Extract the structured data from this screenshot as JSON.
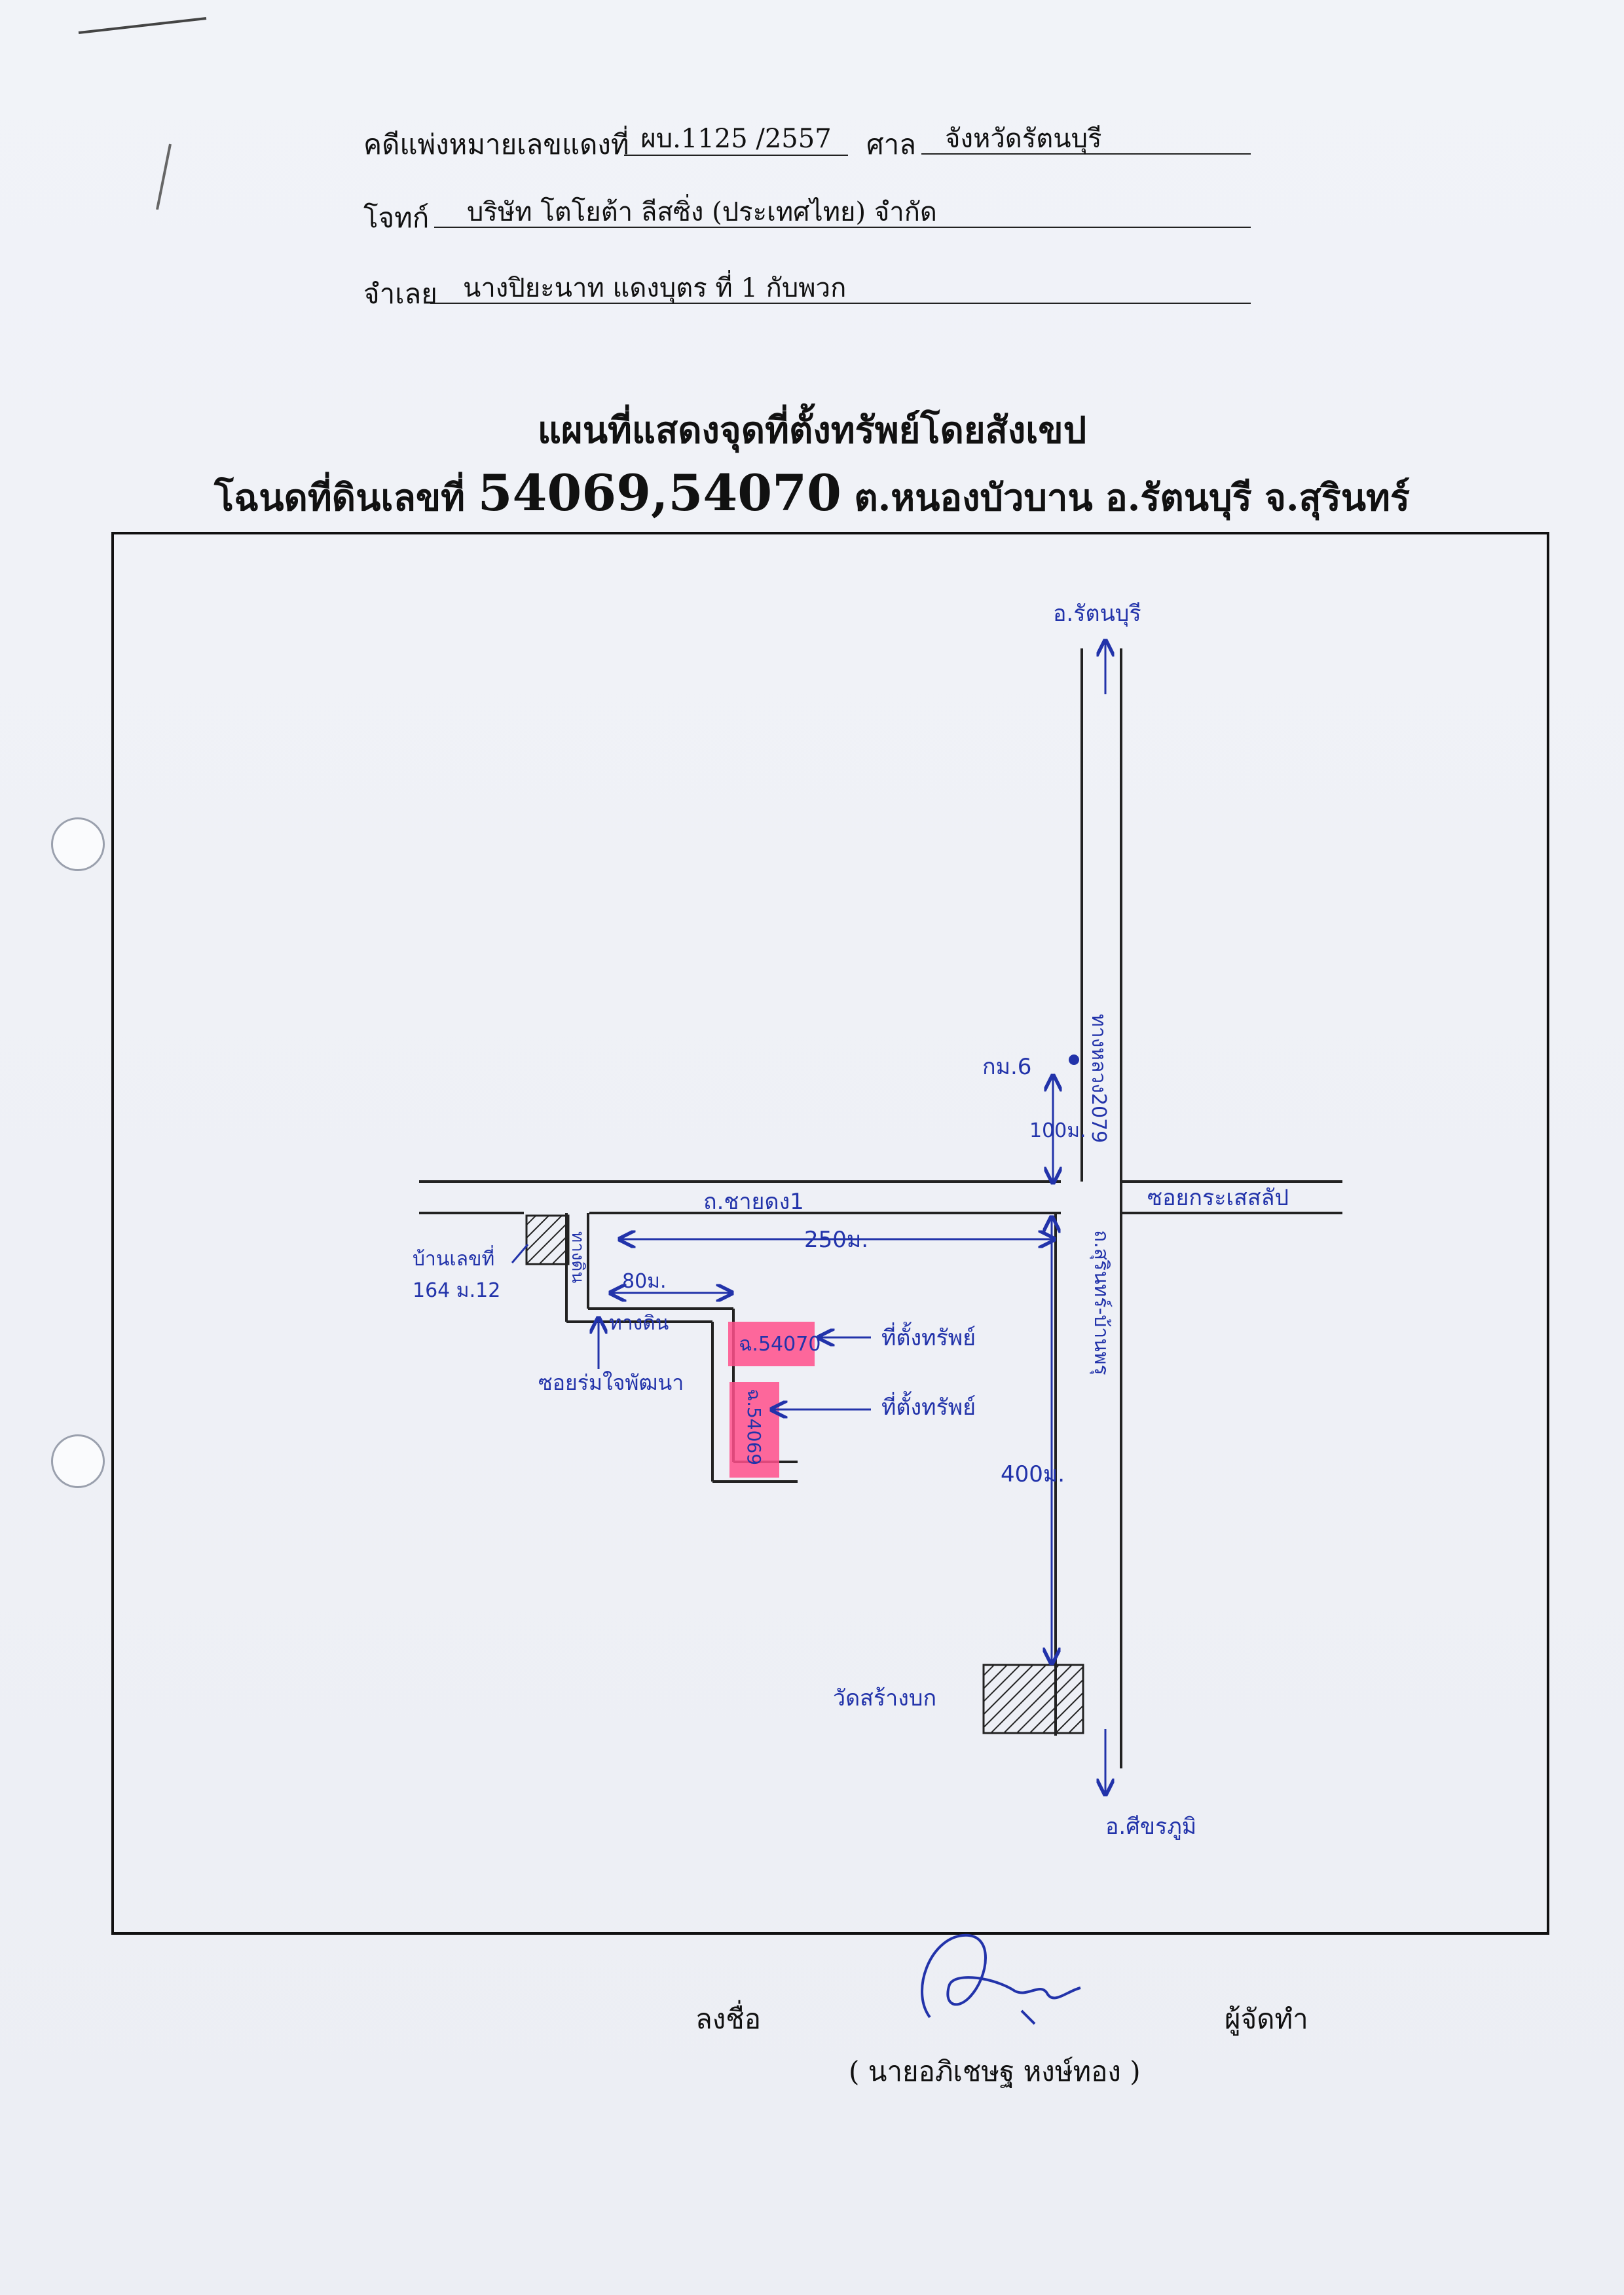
{
  "case": {
    "black_no_label": "คดีแพ่งหมายเลขแดงที่",
    "black_no_value": "ผบ.1125 /2557",
    "court_label": "ศาล",
    "court_value": "จังหวัดรัตนบุรี",
    "plaintiff_label": "โจทก์",
    "plaintiff_value": "บริษัท โตโยต้า ลีสซิ่ง (ประเทศไทย) จำกัด",
    "defendant_label": "จำเลย",
    "defendant_value": "นางปิยะนาท แดงบุตร ที่ 1 กับพวก"
  },
  "title": {
    "line1": "แผนที่แสดงจุดที่ตั้งทรัพย์โดยสังเขป",
    "line2_prefix": "โฉนดที่ดินเลขที่",
    "line2_numbers": "54069,54070",
    "line2_suffix": "ต.หนองบัวบาน อ.รัตนบุรี จ.สุรินทร์"
  },
  "map": {
    "north_label": "อ.รัตนบุรี",
    "south_label": "อ.ศีขรภูมิ",
    "km_marker": "กม.6",
    "highway_label": "ทางหลวง2079",
    "highway_road_label": "ถ.สุรินทร์-บ้านพรุ",
    "east_road_label": "ซอยกระเสสลัป",
    "main_road_label": "ถ.ชายดง1",
    "dist_100": "100ม.",
    "dist_250": "250ม.",
    "dist_80": "80ม.",
    "dist_400": "400ม.",
    "house_label_1": "บ้านเลขที่",
    "house_label_2": "164 ม.12",
    "soi_label": "ซอยร่มใจพัฒนา",
    "vertical_soi_label": "ทางดิน",
    "dirt_road_label": "ทางดิน",
    "parcel_a_label": "ฉ.54070",
    "parcel_b_label": "ฉ.54069",
    "property_label_1": "ที่ตั้งทรัพย์",
    "property_label_2": "ที่ตั้งทรัพย์",
    "temple_label": "วัดสร้างบก",
    "parcel_color": "#ff4f8b",
    "ink_color": "#2233aa"
  },
  "signature": {
    "sign_label": "ลงชื่อ",
    "role": "ผู้จัดทำ",
    "name": "( นายอภิเชษฐ หงษ์ทอง )"
  }
}
